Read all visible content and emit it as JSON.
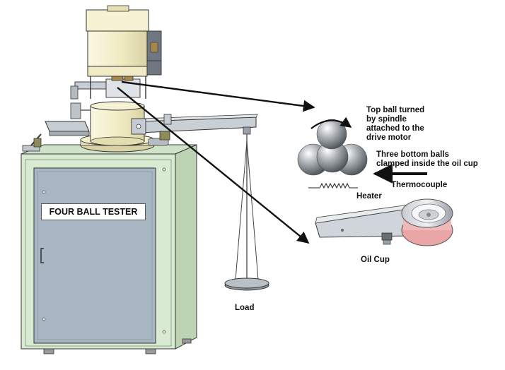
{
  "labels": {
    "machine_name": "FOUR BALL TESTER",
    "top_ball": "Top ball turned\nby spindle\nattached to the\ndrive motor",
    "bottom_balls": "Three bottom balls\nclamped inside the oil cup",
    "thermocouple": "Thermocouple",
    "heater": "Heater",
    "oil_cup": "Oil Cup",
    "load": "Load"
  },
  "colors": {
    "cabinet": "#d8ead2",
    "panel": "#a9b7c4",
    "column": "#f5f1cf",
    "steel": "#b9c2c8",
    "outline": "#333333",
    "ball": "#9aa0a6",
    "oil_cup": "#eaa6a6"
  }
}
